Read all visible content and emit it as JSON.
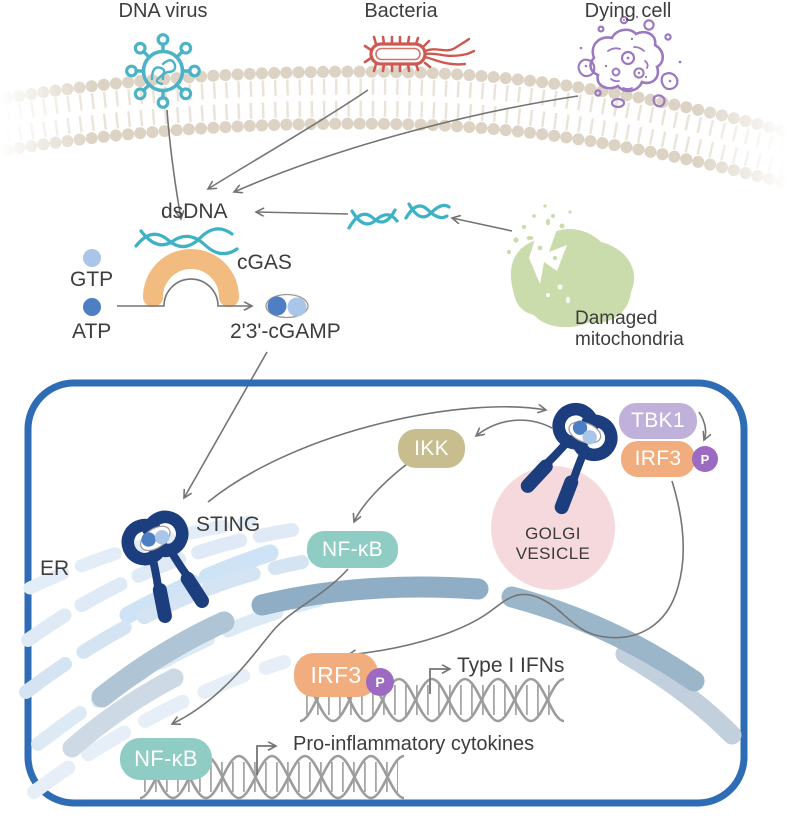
{
  "pathogens": {
    "dna_virus": "DNA virus",
    "bacteria": "Bacteria",
    "dying_cell": "Dying cell"
  },
  "cytosol": {
    "dsdna": "dsDNA",
    "cgas": "cGAS",
    "gtp": "GTP",
    "atp": "ATP",
    "cgamp": "2'3'-cGAMP",
    "mito_line1": "Damaged",
    "mito_line2": "mitochondria"
  },
  "cell": {
    "er": "ER",
    "sting": "STING",
    "ikk": "IKK",
    "nfkb": "NF-κB",
    "tbk1": "TBK1",
    "irf3": "IRF3",
    "phospho": "P",
    "golgi_line1": "GOLGI",
    "golgi_line2": "VESICLE",
    "type1_ifns": "Type I IFNs",
    "proinflammatory": "Pro-inflammatory cytokines"
  },
  "colors": {
    "virus_teal": "#4bb3c5",
    "bacteria_red": "#cd5a52",
    "dying_purple": "#9b79c0",
    "membrane_tan": "#dcd3c4",
    "dna_teal": "#3db1c5",
    "cgas_orange": "#f2bb80",
    "ntp_dark_blue": "#4e7fc5",
    "ntp_light_blue": "#a9c6e8",
    "mitochondria_green": "#cadcab",
    "cell_border_blue": "#2e6cb5",
    "sting_navy": "#1d3e7e",
    "ikk_khaki": "#c7bd8f",
    "nfkb_teal": "#8fccc3",
    "tbk1_lavender": "#c0b1db",
    "irf3_orange": "#f1ad7d",
    "phospho_purple": "#9c6bc1",
    "golgi_pink": "#f5d9dc",
    "nuclear_slate": "#8fadc4",
    "arrow_gray": "#747474"
  }
}
